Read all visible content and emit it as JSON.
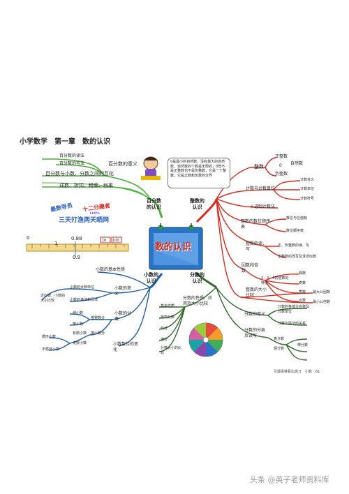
{
  "title": "小学数学　第一章　数的认识",
  "center": {
    "label": "数的认识"
  },
  "branches": {
    "percent": {
      "label": "百分数\n的认识",
      "items": [
        "百分数的读法",
        "百分数的写法",
        "百分数的意义",
        "百分数与小数、分数之间的互化",
        "成数、折扣、税率、利率"
      ]
    },
    "integer": {
      "label": "整数的\n认识",
      "items": [
        "正整数",
        "0",
        "自然数",
        "负整数",
        "整数",
        "计数含义",
        "计数单位",
        "计数符号",
        "计数与计数单位",
        "十进制计数法",
        "数位与位值制",
        "数位顺序表",
        "整数的数位顺序表",
        "正、负整数的读、写",
        "正整数的改写及求近似数",
        "整数的读、写",
        "因数和倍数",
        "偶数",
        "奇数",
        "质数",
        "合数",
        "2、3、5的倍数的特征",
        "最大公因数",
        "最小公倍数",
        "整数的大小比较"
      ]
    },
    "decimal": {
      "label": "小数的\n认识",
      "items": [
        "小数的基本性质",
        "小数的计数单位",
        "小数的读法和写法",
        "近似数、小数的大小比较",
        "小数的意义",
        "纯小数",
        "带小数",
        "按整数分",
        "有限小数",
        "无限小数",
        "循环小数",
        "不循环小数",
        "按小数分",
        "小数的分类",
        "小数数位的变化"
      ]
    },
    "fraction": {
      "label": "分数的\n认识",
      "items": [
        "基本性质",
        "最简分数",
        "约分",
        "通分",
        "分数大小的比较",
        "分数的性质、应用及大小比较",
        "分数的意义",
        "分数的各部分名称及分数单位",
        "分数与除法的关系",
        "分数的分类及读写",
        "真分数",
        "假分数",
        "带分数"
      ]
    }
  },
  "callout": "0是最小的自然数，没有最大的自然数，自然数的个数是无限的；0既不是正整数也不是负整数，它是一个整数，它是正数和负数的分界",
  "stickers": {
    "top": "十二分趣者",
    "top_sub": "100%",
    "left": "最数导员",
    "bottom": "三天打渔两天晒网"
  },
  "ruler": {
    "labels": [
      "0",
      "0.88",
      "1",
      "0.9",
      "10",
      "100"
    ]
  },
  "footer": "引爆思维看出高分　小数　61",
  "watermark": "头条 @英子老师资料库",
  "colors": {
    "percent": "#4caf3a",
    "integer": "#d42b1e",
    "decimal": "#1f5fa8",
    "fraction": "#2e6b26",
    "calendar": "#2a74c4"
  }
}
